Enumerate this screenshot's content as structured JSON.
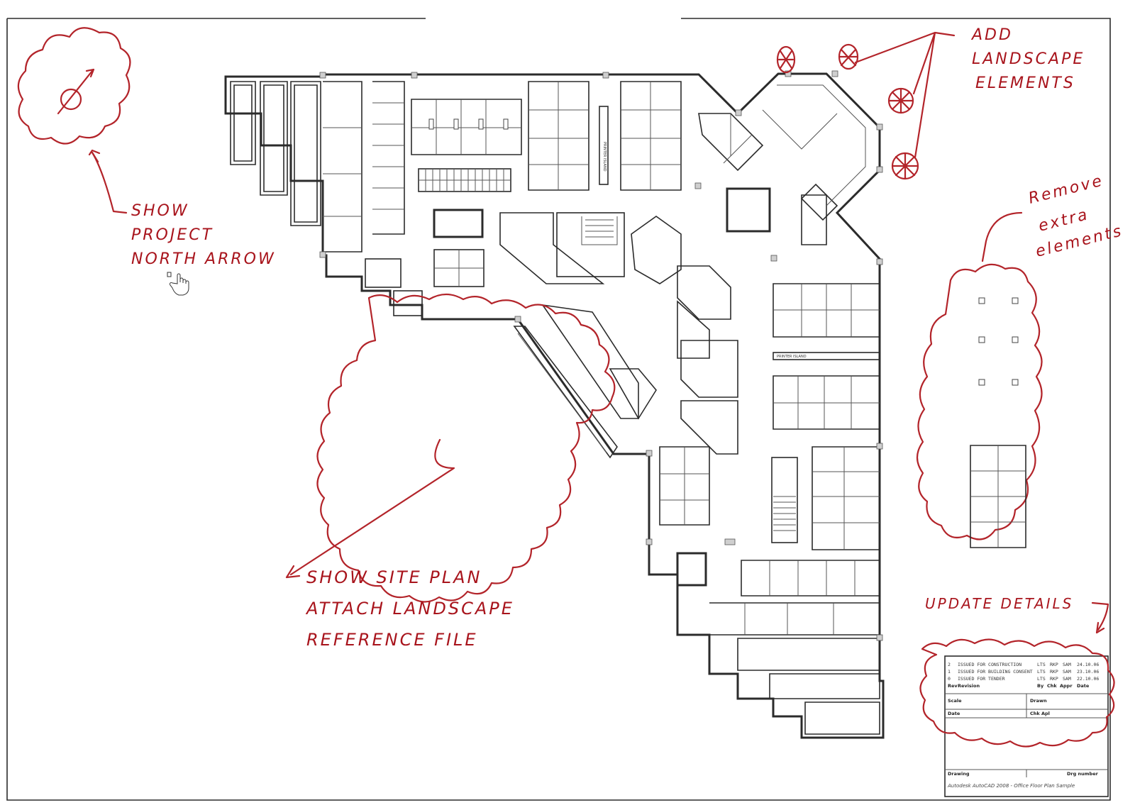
{
  "markups": {
    "north_arrow_note": [
      "SHOW",
      "PROJECT",
      "NORTH ARROW"
    ],
    "landscape_note": [
      "ADD",
      "LANDSCAPE",
      "ELEMENTS"
    ],
    "remove_note": [
      "Remove",
      "extra",
      "elements"
    ],
    "site_plan_note": [
      "SHOW SITE PLAN",
      "ATTACH LANDSCAPE",
      "REFERENCE FILE"
    ],
    "details_note": "UPDATE DETAILS"
  },
  "plan_labels": {
    "printer_island_1": "PRINTER ISLAND",
    "printer_island_2": "PRINTER ISLAND"
  },
  "title_block": {
    "revisions": [
      {
        "rev": "2",
        "text": "ISSUED FOR CONSTRUCTION",
        "by": "LTS",
        "chk": "RKP",
        "app": "SAM",
        "date": "24.10.06"
      },
      {
        "rev": "1",
        "text": "ISSUED FOR BUILDING CONSENT",
        "by": "LTS",
        "chk": "RKP",
        "app": "SAM",
        "date": "23.10.06"
      },
      {
        "rev": "0",
        "text": "ISSUED FOR TENDER",
        "by": "LTS",
        "chk": "RKP",
        "app": "SAM",
        "date": "22.10.06"
      }
    ],
    "rev_header": [
      "Rev",
      "Revision",
      "By",
      "Chk",
      "Appr",
      "Date"
    ],
    "scale_label": "Scale",
    "drawn_label": "Drawn",
    "date_label": "Date",
    "chk_label": "Chk Apl",
    "drawing_label": "Drawing",
    "drg_number_label": "Drg number",
    "drawing_name": "Autodesk AutoCAD 2008 - Office Floor Plan Sample"
  }
}
